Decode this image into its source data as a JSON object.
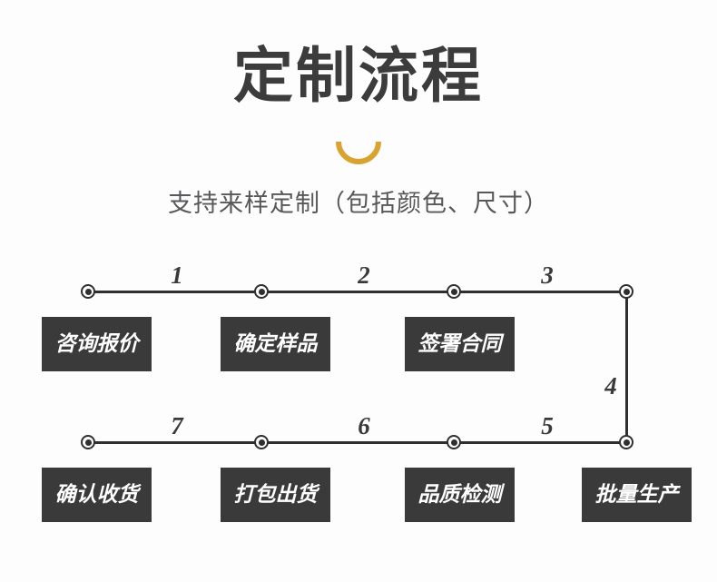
{
  "header": {
    "title": "定制流程",
    "subtitle": "支持来样定制（包括颜色、尺寸）",
    "accent_color": "#d8a32e",
    "title_color": "#3c3c3c",
    "subtitle_color": "#58585a",
    "divider_icon": "arc-divider-icon"
  },
  "flow": {
    "box_color": "#3a3a3a",
    "box_text_color": "#ffffff",
    "line_color": "#2f2f2f",
    "steps": [
      {
        "number": "1",
        "label": "咨询报价"
      },
      {
        "number": "2",
        "label": "确定样品"
      },
      {
        "number": "3",
        "label": "签署合同"
      },
      {
        "number": "4",
        "label": "批量生产"
      },
      {
        "number": "5",
        "label": "品质检测"
      },
      {
        "number": "6",
        "label": "打包出货"
      },
      {
        "number": "7",
        "label": "确认收货"
      }
    ],
    "top_row": {
      "numbers": [
        "1",
        "2",
        "3"
      ],
      "labels": [
        "咨询报价",
        "确定样品",
        "签署合同"
      ]
    },
    "right_connector": {
      "number": "4"
    },
    "bottom_row": {
      "numbers": [
        "7",
        "6",
        "5"
      ],
      "labels": [
        "确认收货",
        "打包出货",
        "品质检测",
        "批量生产"
      ]
    }
  }
}
